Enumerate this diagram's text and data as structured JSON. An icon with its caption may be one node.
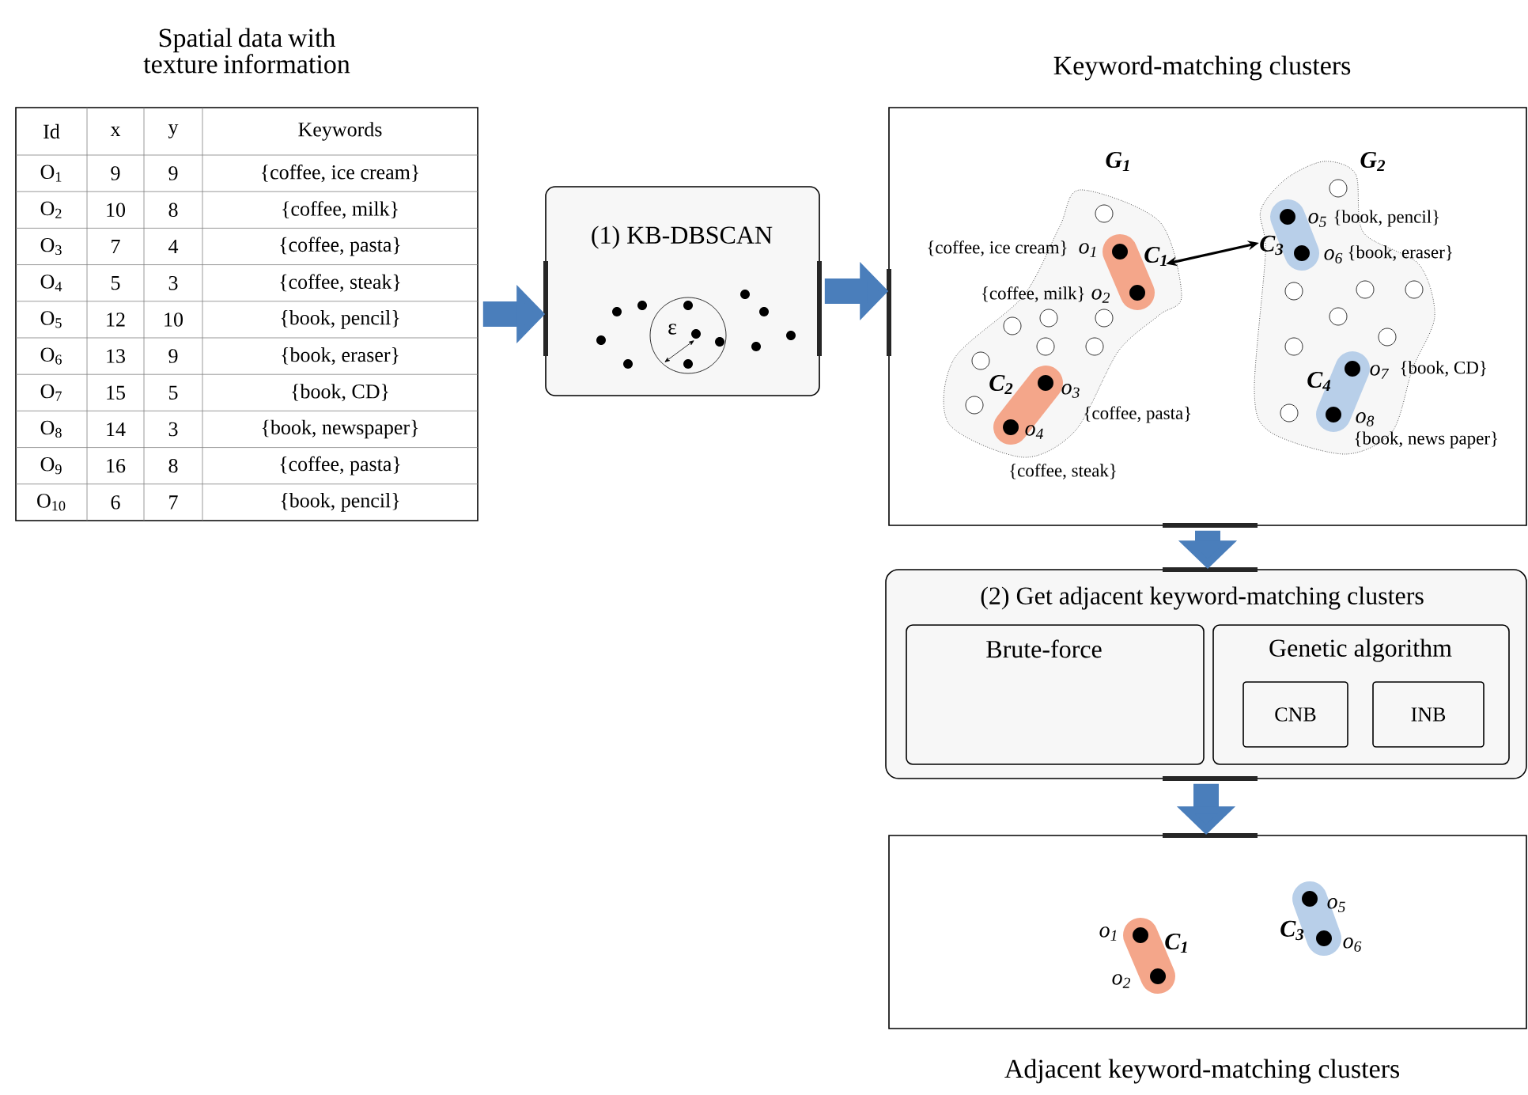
{
  "diagram": {
    "nodes": [
      {
        "text": [
          "Spatial data with texture information"
        ]
      },
      {
        "text": [
          "(1) KB-DBSCAN"
        ]
      },
      {
        "text": [
          "Keyword-matching clusters"
        ]
      },
      {
        "text": [
          "G$_{1}$"
        ],
        "in": 2
      },
      {
        "text": [
          "C$_{1}$"
        ],
        "in": 3
      },
      {
        "text": [
          "C$_{2}$"
        ],
        "in": 3
      },
      {
        "text": [
          "G$_{2}$"
        ],
        "in": 2
      },
      {
        "text": [
          "C$_{3}$"
        ],
        "in": 6
      },
      {
        "text": [
          "C$_{4}$"
        ],
        "in": 6
      },
      {
        "text": [
          "(2) Get adjacent keyword-matching clusters"
        ]
      },
      {
        "text": [
          "Brute-force"
        ],
        "in": 9
      },
      {
        "text": [
          "Genetic algorithm"
        ],
        "in": 9
      },
      {
        "text": [
          "CNB"
        ],
        "in": 11
      },
      {
        "text": [
          "INB"
        ],
        "in": 11
      },
      {
        "text": [
          "Adjacent keyword-matching clusters"
        ]
      },
      {
        "text": [
          "C$_{1}$"
        ],
        "in": 14
      },
      {
        "text": [
          "C$_{3}$"
        ],
        "in": 14
      }
    ],
    "edges": [
      {
        "from": 0,
        "to": 1,
        "arrow": "to"
      },
      {
        "from": 1,
        "to": 2,
        "arrow": "to"
      },
      {
        "from": 2,
        "to": 9,
        "arrow": "to"
      },
      {
        "from": 9,
        "to": 14,
        "arrow": "to"
      },
      {
        "from": 4,
        "to": 7,
        "arrow": "both",
        "color": "#000000"
      }
    ],
    "labels": [
      "Id",
      "x",
      "y",
      "Keywords",
      "O$_{1}$",
      "9",
      "9",
      "{coffee, ice cream}",
      "O$_{2}$",
      "10",
      "8",
      "{coffee, milk}",
      "O$_{3}$",
      "7",
      "4",
      "{coffee, pasta}",
      "O$_{4}$",
      "5",
      "3",
      "{coffee, steak}",
      "O$_{5}$",
      "12",
      "10",
      "{book, pencil}",
      "O$_{6}$",
      "13",
      "9",
      "{book, eraser}",
      "O$_{7}$",
      "15",
      "5",
      "{book, CD}",
      "O$_{8}$",
      "14",
      "3",
      "{book, newspaper}",
      "O$_{9}$",
      "16",
      "8",
      "{coffee, pasta}",
      "O$_{10}$",
      "6",
      "7",
      "{book, pencil}",
      "ε",
      "{coffee, ice cream}",
      "o$_{1}$",
      "{coffee, milk}",
      "o$_{2}$",
      "o$_{3}$",
      "{coffee, pasta}",
      "o$_{4}$",
      "{coffee, steak}",
      "o$_{5}$",
      "{book, pencil}",
      "o$_{6}$",
      "{book, eraser}",
      "o$_{7}$",
      "{book, CD}",
      "o$_{8}$",
      "{book, news paper}",
      "o$_{5}$",
      "o$_{1}$",
      "o$_{6}$",
      "o$_{2}$"
    ]
  }
}
